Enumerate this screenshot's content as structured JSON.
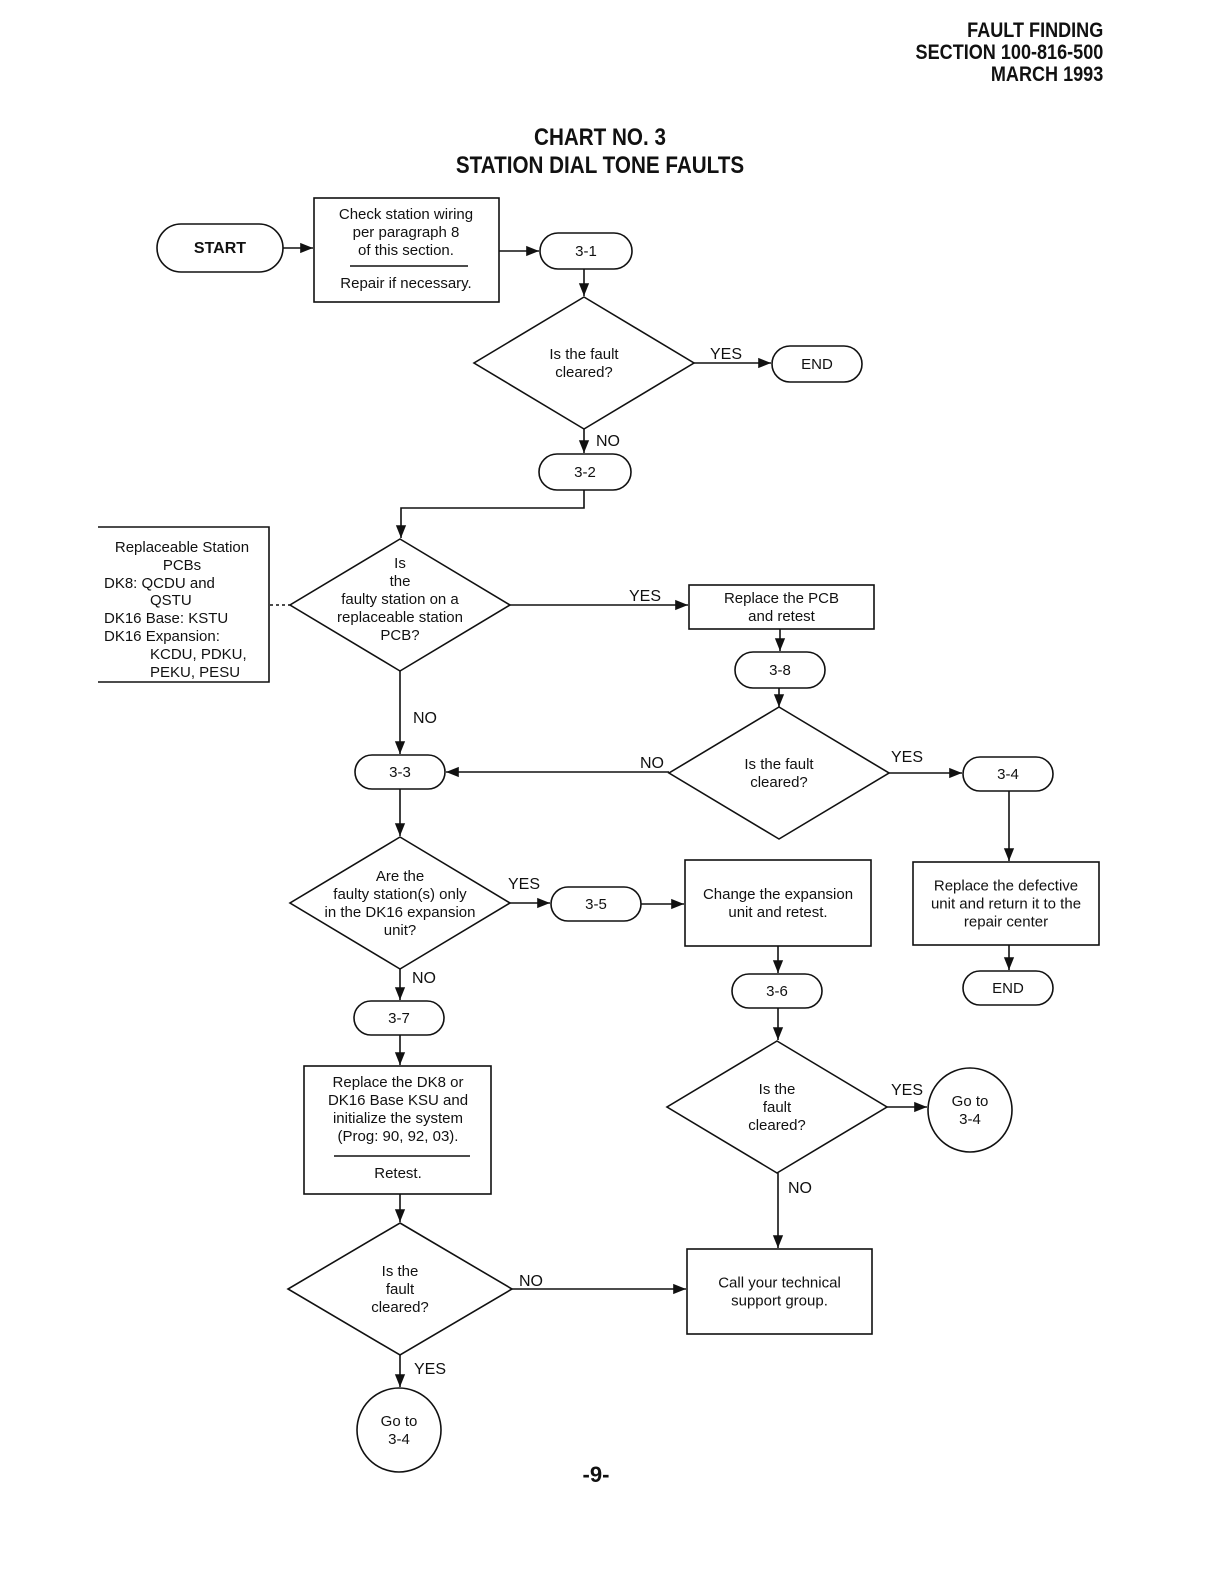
{
  "header": {
    "line1": "FAULT FINDING",
    "line2": "SECTION 100-816-500",
    "line3": "MARCH 1993"
  },
  "title": {
    "line1": "CHART NO. 3",
    "line2": "STATION DIAL TONE FAULTS"
  },
  "page_number": "-9-",
  "labels": {
    "yes": "YES",
    "no": "NO"
  },
  "nodes": {
    "start": [
      "START"
    ],
    "check_wiring": [
      "Check station wiring",
      "per paragraph 8",
      "of this section."
    ],
    "check_wiring_b": [
      "Repair if necessary."
    ],
    "c31": [
      "3-1"
    ],
    "d1": [
      "Is the fault",
      "cleared?"
    ],
    "end1": [
      "END"
    ],
    "c32": [
      "3-2"
    ],
    "replaceable_note": [
      "Replaceable Station",
      "PCBs",
      "DK8:  QCDU and",
      "QSTU",
      "DK16 Base: KSTU",
      "DK16 Expansion:",
      "KCDU, PDKU,",
      "PEKU, PESU"
    ],
    "d2": [
      "Is",
      "the",
      "faulty station on a",
      "replaceable station",
      "PCB?"
    ],
    "replace_pcb": [
      "Replace the PCB",
      "and retest"
    ],
    "c38": [
      "3-8"
    ],
    "d3": [
      "Is the fault",
      "cleared?"
    ],
    "c33": [
      "3-3"
    ],
    "c34": [
      "3-4"
    ],
    "replace_defective": [
      "Replace the defective",
      "unit and return it to the",
      "repair center"
    ],
    "end2": [
      "END"
    ],
    "d4": [
      "Are the",
      "faulty station(s) only",
      "in the DK16 expansion",
      "unit?"
    ],
    "c35": [
      "3-5"
    ],
    "change_expansion": [
      "Change the expansion",
      "unit and retest."
    ],
    "c36": [
      "3-6"
    ],
    "c37": [
      "3-7"
    ],
    "replace_ksu": [
      "Replace the DK8 or",
      "DK16 Base KSU and",
      "initialize the system",
      "(Prog: 90, 92, 03)."
    ],
    "replace_ksu_b": [
      "Retest."
    ],
    "d5": [
      "Is the",
      "fault",
      "cleared?"
    ],
    "goto1": [
      "Go to",
      "3-4"
    ],
    "d6": [
      "Is the",
      "fault",
      "cleared?"
    ],
    "call_support": [
      "Call your technical",
      "support group."
    ],
    "goto2": [
      "Go to",
      "3-4"
    ]
  }
}
